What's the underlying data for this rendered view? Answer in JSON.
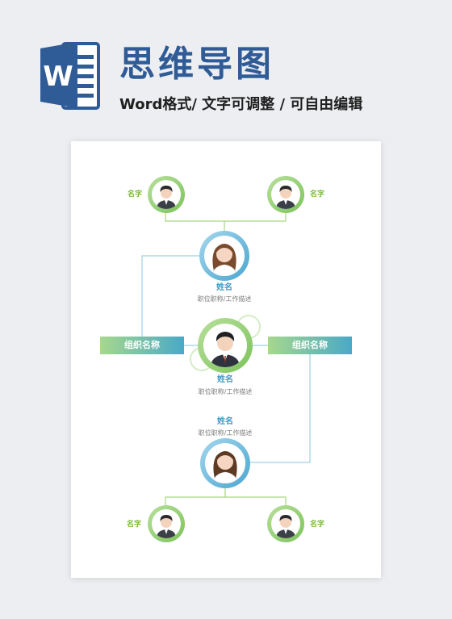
{
  "header": {
    "title": "思维导图",
    "subtitle": "Word格式/ 文字可调整 / 可自由编辑",
    "logo_letter": "W",
    "logo_icon": "word-logo-icon"
  },
  "colors": {
    "title": "#2f5b96",
    "green_accent": "#7dbb3c",
    "blue_accent": "#3a97c7",
    "line_green": "#a8d67f",
    "line_blue": "#9fd0e6"
  },
  "diagram": {
    "top_children": [
      {
        "label": "名字"
      },
      {
        "label": "名字"
      }
    ],
    "person1": {
      "name": "姓名",
      "role": "职位职称/工作描述"
    },
    "center": {
      "name": "姓名",
      "role": "职位职称/工作描述"
    },
    "org_left": {
      "label": "组织名称"
    },
    "org_right": {
      "label": "组织名称"
    },
    "person3": {
      "name": "姓名",
      "role": "职位职称/工作描述"
    },
    "bottom_children": [
      {
        "label": "名字"
      },
      {
        "label": "名字"
      }
    ]
  }
}
